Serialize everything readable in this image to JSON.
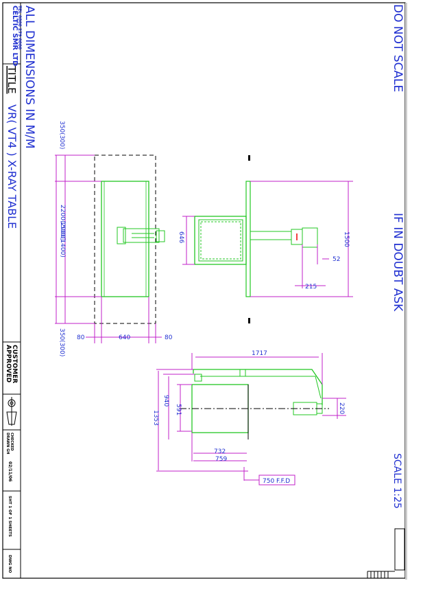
{
  "company": {
    "name": "CELTIC SMR LTD",
    "tel": "TEL 0800 279 0000"
  },
  "title_block": {
    "title_label": "TITLE",
    "title_text": "VR( VT4 ) X-RAY TABLE",
    "approved_customer": [
      "APPROVED",
      "CUSTOMER"
    ],
    "drawn_checked": [
      "DRAWN GH",
      "CHECKED"
    ],
    "date": "02/11/06",
    "sheet": "SHT 1 OF 1 SHEETS",
    "dwg_no": "DWG NO"
  },
  "notes": {
    "all_dimensions": "ALL DIMENSIONS IN M/M",
    "do_not_scale": "DO NOT SCALE",
    "if_in_doubt": "IF IN DOUBT ASK",
    "scale": "SCALE 1:25"
  },
  "dimensions": {
    "top_350": "350(300)",
    "mid_1500": "1500(1400)",
    "overall_2200": "2200(2000)",
    "bottom_350": "350(300)",
    "w80_left": "80",
    "w640": "640",
    "w80_right": "80",
    "side_646": "646",
    "side_1500": "1500",
    "side_52": "52",
    "side_215": "215",
    "end_1717": "1717",
    "end_220": "220",
    "end_591": "591",
    "end_940": "940",
    "end_1353": "1353",
    "end_732": "732",
    "end_759": "759",
    "ffd": "750 F.F.D"
  },
  "colors": {
    "drawing": "#22c722",
    "dimension": "#c01fc8",
    "text": "#1f2fd0",
    "frame": "#000000"
  }
}
